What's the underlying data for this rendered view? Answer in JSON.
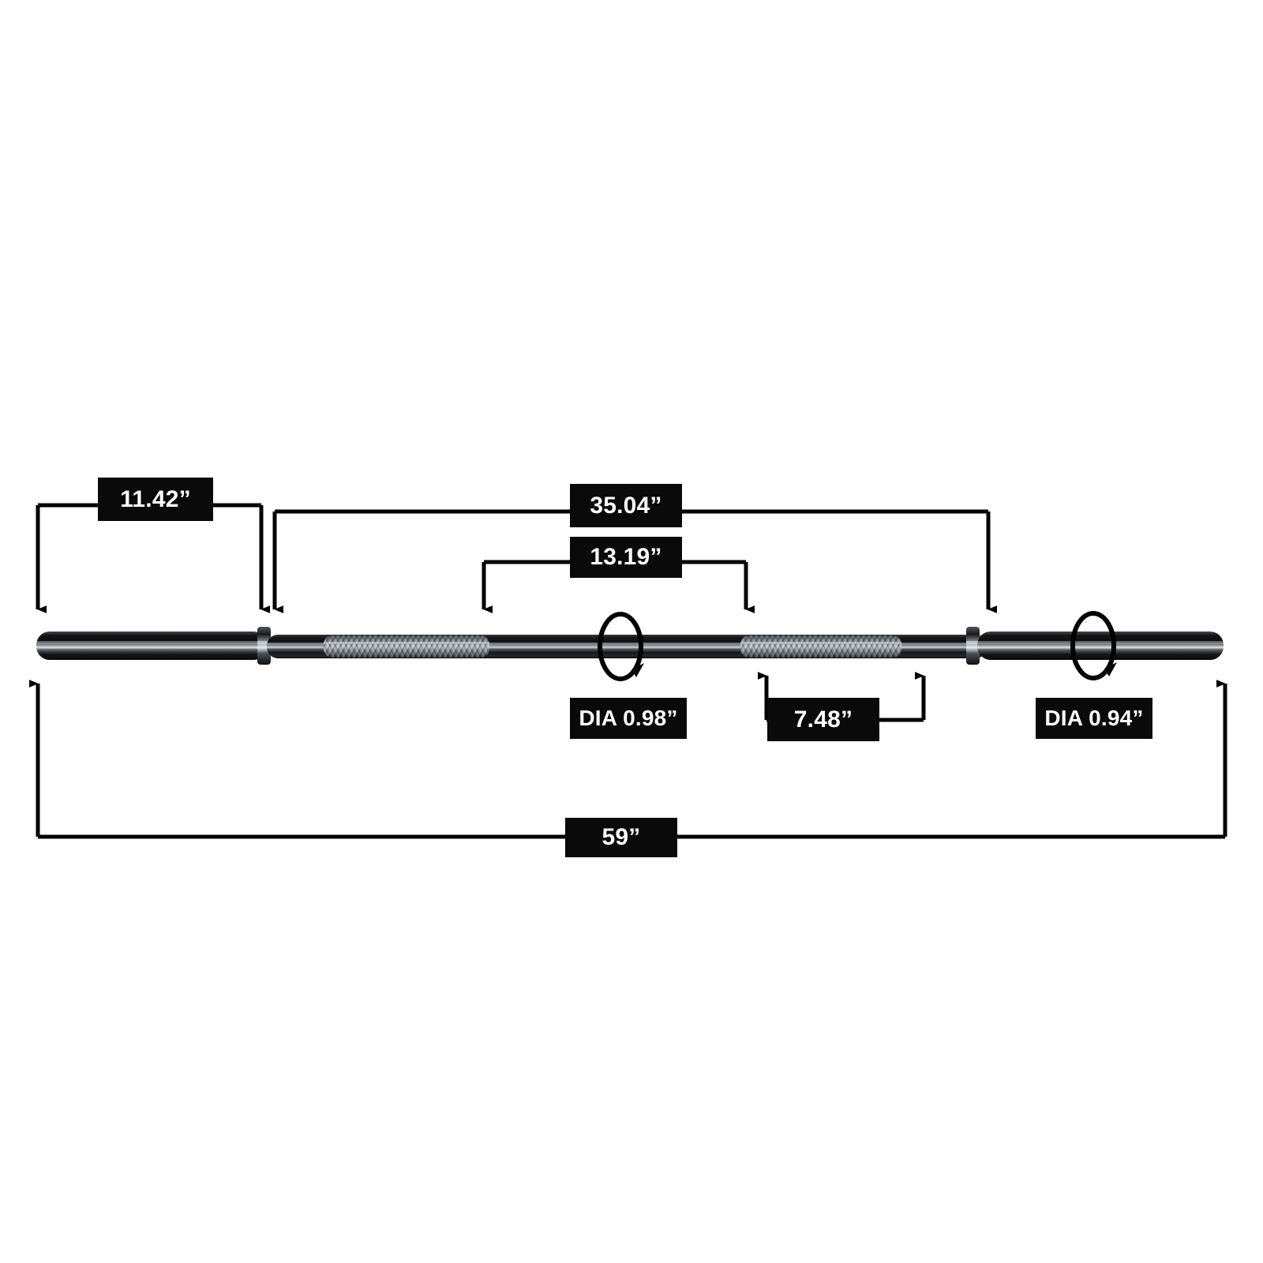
{
  "diagram": {
    "title": "Olympic Barbell Dimension Diagram",
    "product": "barbell",
    "units": "inches",
    "colors": {
      "background": "#ffffff",
      "label_fill": "#0a0a0a",
      "label_text": "#ffffff",
      "line": "#000000",
      "bar_dark": "#1a1a1a",
      "bar_highlight": "#c9cdd2",
      "knurl": "#8f9499"
    },
    "labels": {
      "sleeve_left_length": "11.42”",
      "shaft_between_collars": "35.04”",
      "grip_left_to_center": "13.19”",
      "shaft_diameter": "DIA 0.98”",
      "center_knurl_length": "7.48”",
      "sleeve_diameter": "DIA 0.94”",
      "overall_length": "59”"
    },
    "measurements": [
      {
        "name": "sleeve-left-length",
        "value": "11.42”",
        "number": 11.42,
        "orientation": "horizontal",
        "direction": "down",
        "describes": "left sleeve length from bar end to inner collar"
      },
      {
        "name": "shaft-between-collars",
        "value": "35.04”",
        "number": 35.04,
        "orientation": "horizontal",
        "direction": "down",
        "describes": "shaft length between left and right collars"
      },
      {
        "name": "grip-left-to-center",
        "value": "13.19”",
        "number": 13.19,
        "orientation": "horizontal",
        "direction": "down",
        "describes": "distance from left knurl start to center knurl start"
      },
      {
        "name": "shaft-diameter",
        "value": "DIA 0.98”",
        "number": 0.98,
        "orientation": "diameter",
        "describes": "shaft diameter"
      },
      {
        "name": "center-knurl-length",
        "value": "7.48”",
        "number": 7.48,
        "orientation": "horizontal",
        "direction": "up",
        "describes": "center knurling section length"
      },
      {
        "name": "sleeve-diameter",
        "value": "DIA 0.94”",
        "number": 0.94,
        "orientation": "diameter",
        "describes": "sleeve diameter"
      },
      {
        "name": "overall-length",
        "value": "59”",
        "number": 59,
        "orientation": "horizontal",
        "direction": "up",
        "describes": "total bar length"
      }
    ],
    "icons": {
      "diameter_circle_shaft": "diameter-circle-icon",
      "diameter_circle_sleeve": "diameter-circle-icon"
    }
  }
}
